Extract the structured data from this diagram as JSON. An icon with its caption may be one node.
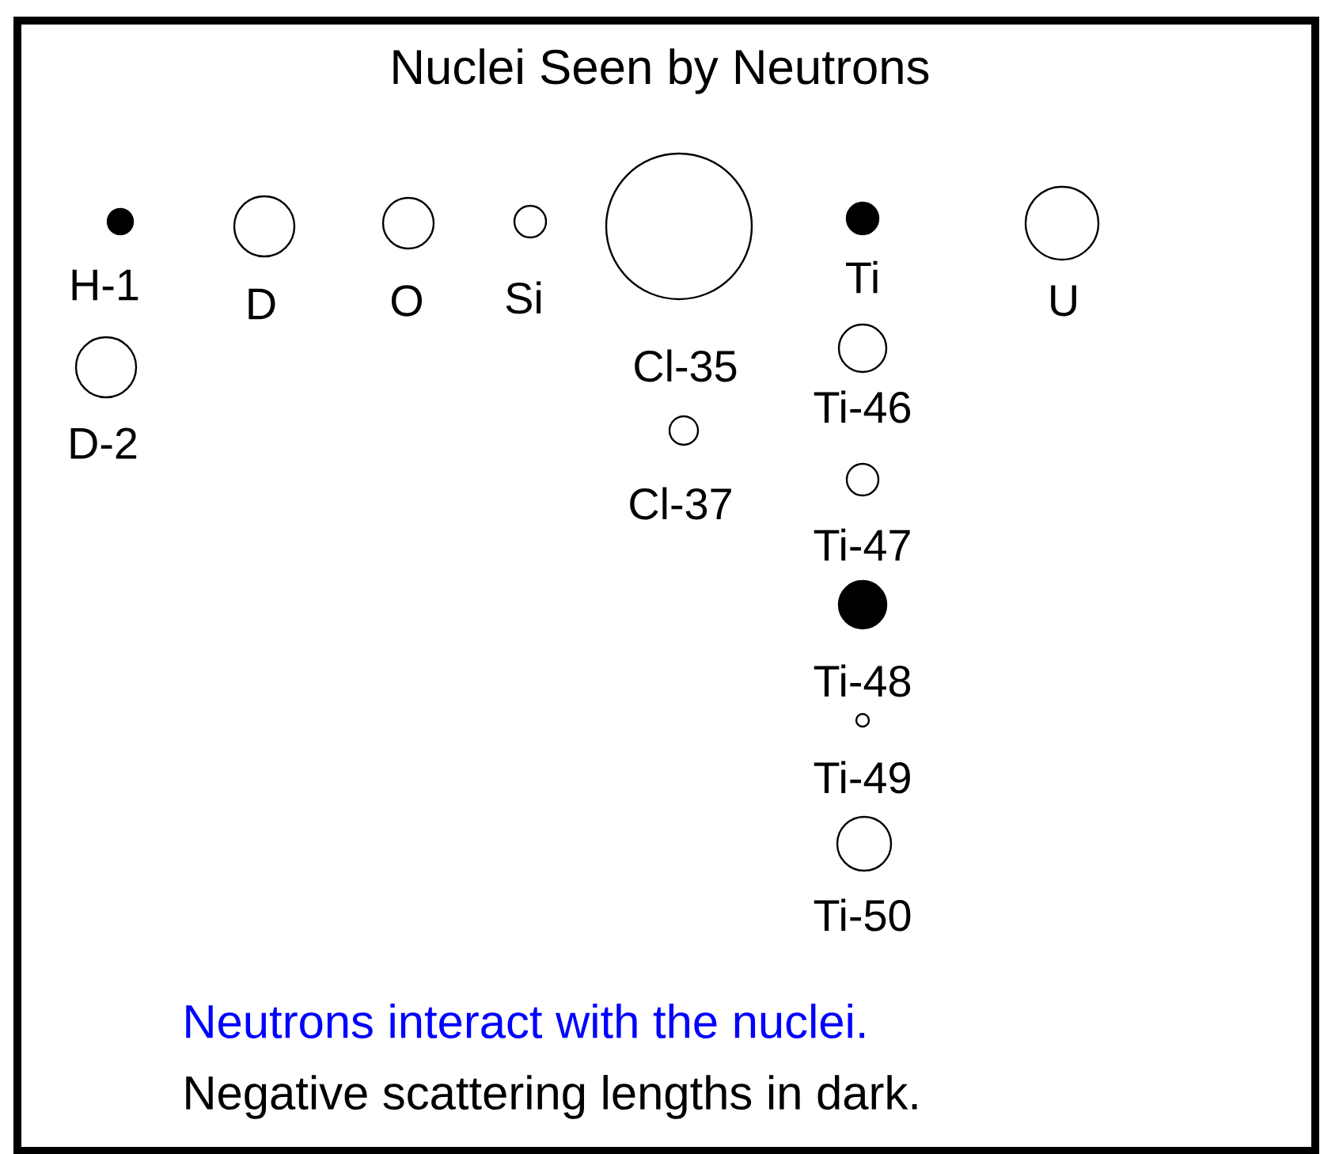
{
  "diagram": {
    "title": "Nuclei Seen by Neutrons",
    "nodes": [
      {
        "text": [
          "H-1"
        ]
      },
      {
        "text": [
          "D"
        ]
      },
      {
        "text": [
          "O"
        ]
      },
      {
        "text": [
          "Si"
        ]
      },
      {
        "text": [
          "Cl-35"
        ]
      },
      {
        "text": [
          "Ti"
        ]
      },
      {
        "text": [
          "U"
        ]
      },
      {
        "text": [
          "D-2"
        ]
      },
      {
        "text": [
          "Ti-46"
        ]
      },
      {
        "text": [
          "Cl-37"
        ]
      },
      {
        "text": [
          "Ti-47"
        ]
      },
      {
        "text": [
          "Ti-48"
        ]
      },
      {
        "text": [
          "Ti-49"
        ]
      },
      {
        "text": [
          "Ti-50"
        ]
      }
    ],
    "labels": [
      "Neutrons interact with the nuclei.",
      "Negative scattering lengths in dark."
    ]
  }
}
